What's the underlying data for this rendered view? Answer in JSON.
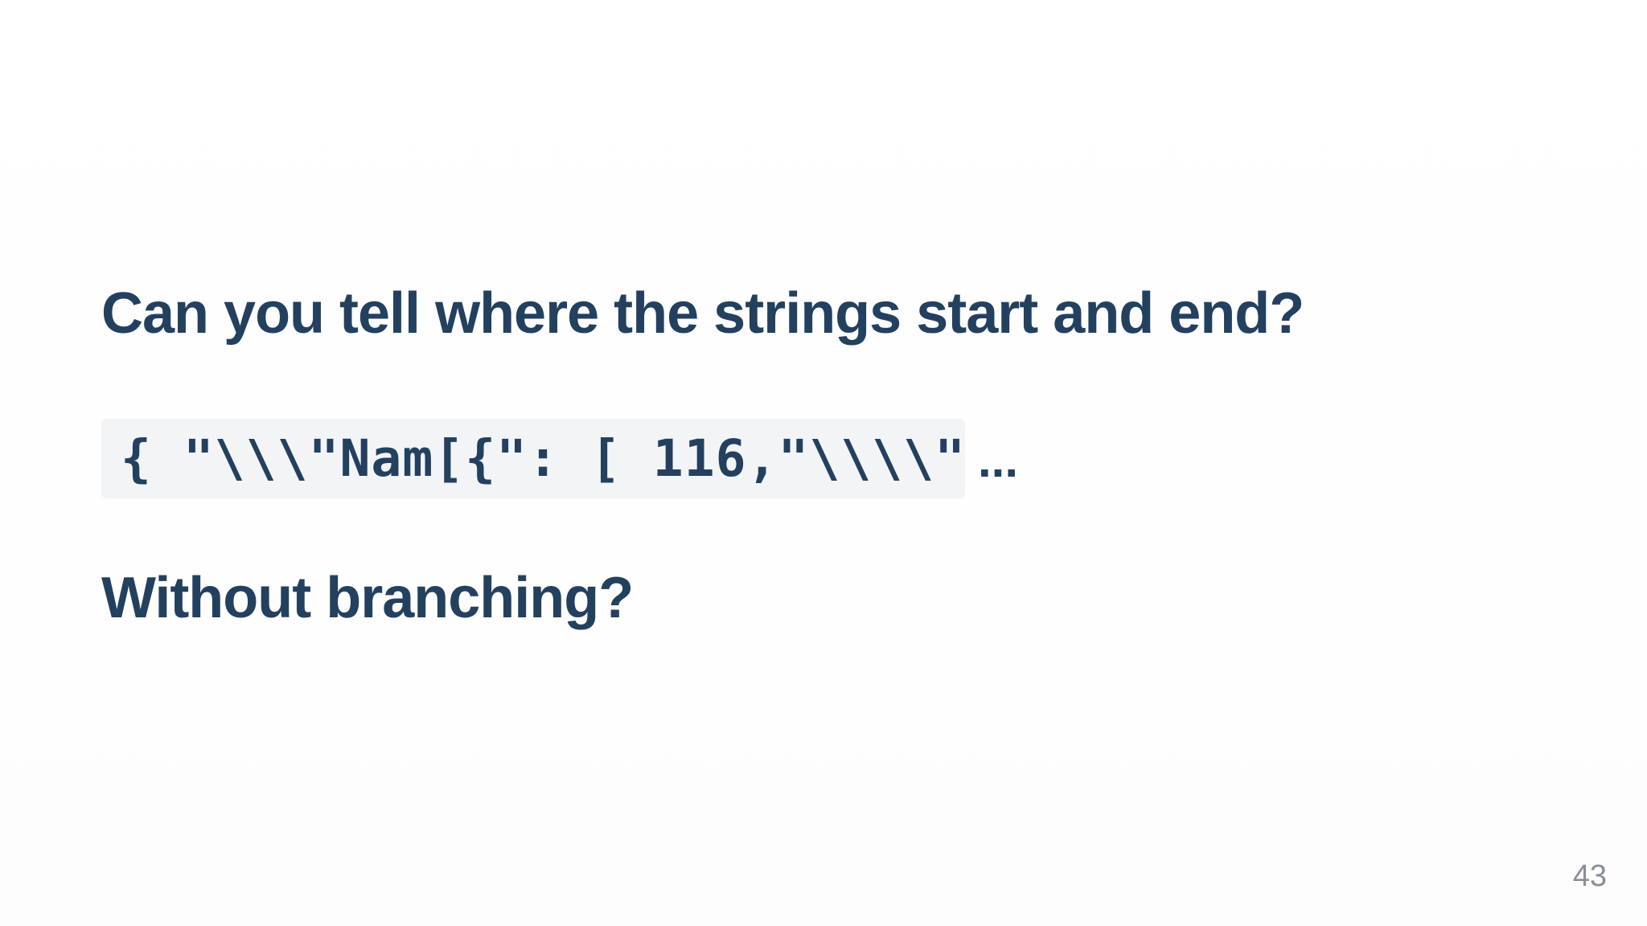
{
  "slide": {
    "heading_question": "Can you tell where the strings start and end?",
    "code_snippet": "{ \"\\\\\\\"Nam[{\": [ 116,\"\\\\\\\\\"",
    "code_continuation": "...",
    "heading_followup": "Without branching?",
    "page_number": "43"
  },
  "colors": {
    "heading_text": "#23405f",
    "code_background": "#f3f4f6",
    "page_number_text": "#8a8f96",
    "background": "#ffffff"
  }
}
